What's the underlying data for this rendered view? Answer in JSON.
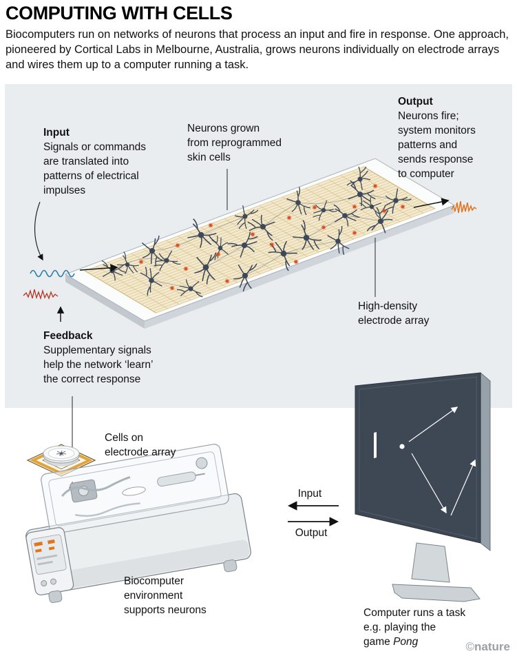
{
  "header": {
    "title": "COMPUTING WITH CELLS",
    "intro": "Biocomputers run on networks of neurons that process an input and fire in response. One approach, pioneered by Cortical Labs in Melbourne, Australia, grows neurons individually on electrode arrays and wires them up to a computer running a task."
  },
  "panel": {
    "input_label": "Input",
    "input_desc": [
      "Signals or commands",
      "are translated into",
      "patterns of electrical",
      "impulses"
    ],
    "neurons_caption": [
      "Neurons grown",
      "from reprogrammed",
      "skin cells"
    ],
    "output_label": "Output",
    "output_desc": [
      "Neurons fire;",
      "system monitors",
      "patterns and",
      "sends response",
      "to computer"
    ],
    "electrode_caption": [
      "High-density",
      "electrode array"
    ],
    "feedback_label": "Feedback",
    "feedback_desc": [
      "Supplementary signals",
      "help the network ‘learn’",
      "the correct response"
    ]
  },
  "bottom": {
    "cells_caption": [
      "Cells on",
      "electrode array"
    ],
    "biocomputer_caption": [
      "Biocomputer",
      "environment",
      "supports neurons"
    ],
    "io_input": "Input",
    "io_output": "Output",
    "computer_caption_line1": "Computer runs a task",
    "computer_caption_line2": "e.g. playing the",
    "computer_caption_line3_prefix": "game ",
    "computer_caption_game": "Pong"
  },
  "footer": {
    "credit_symbol": "©",
    "credit_name": "nature"
  },
  "colors": {
    "panel_bg": "#e9edf0",
    "grid_tan": "#d5bc7e",
    "neuron": "#3d4859",
    "soma": "#d84b1e",
    "signal_blue": "#2b7da8",
    "signal_red": "#b5341f",
    "signal_orange": "#e2721c",
    "screen": "#3e4855"
  }
}
